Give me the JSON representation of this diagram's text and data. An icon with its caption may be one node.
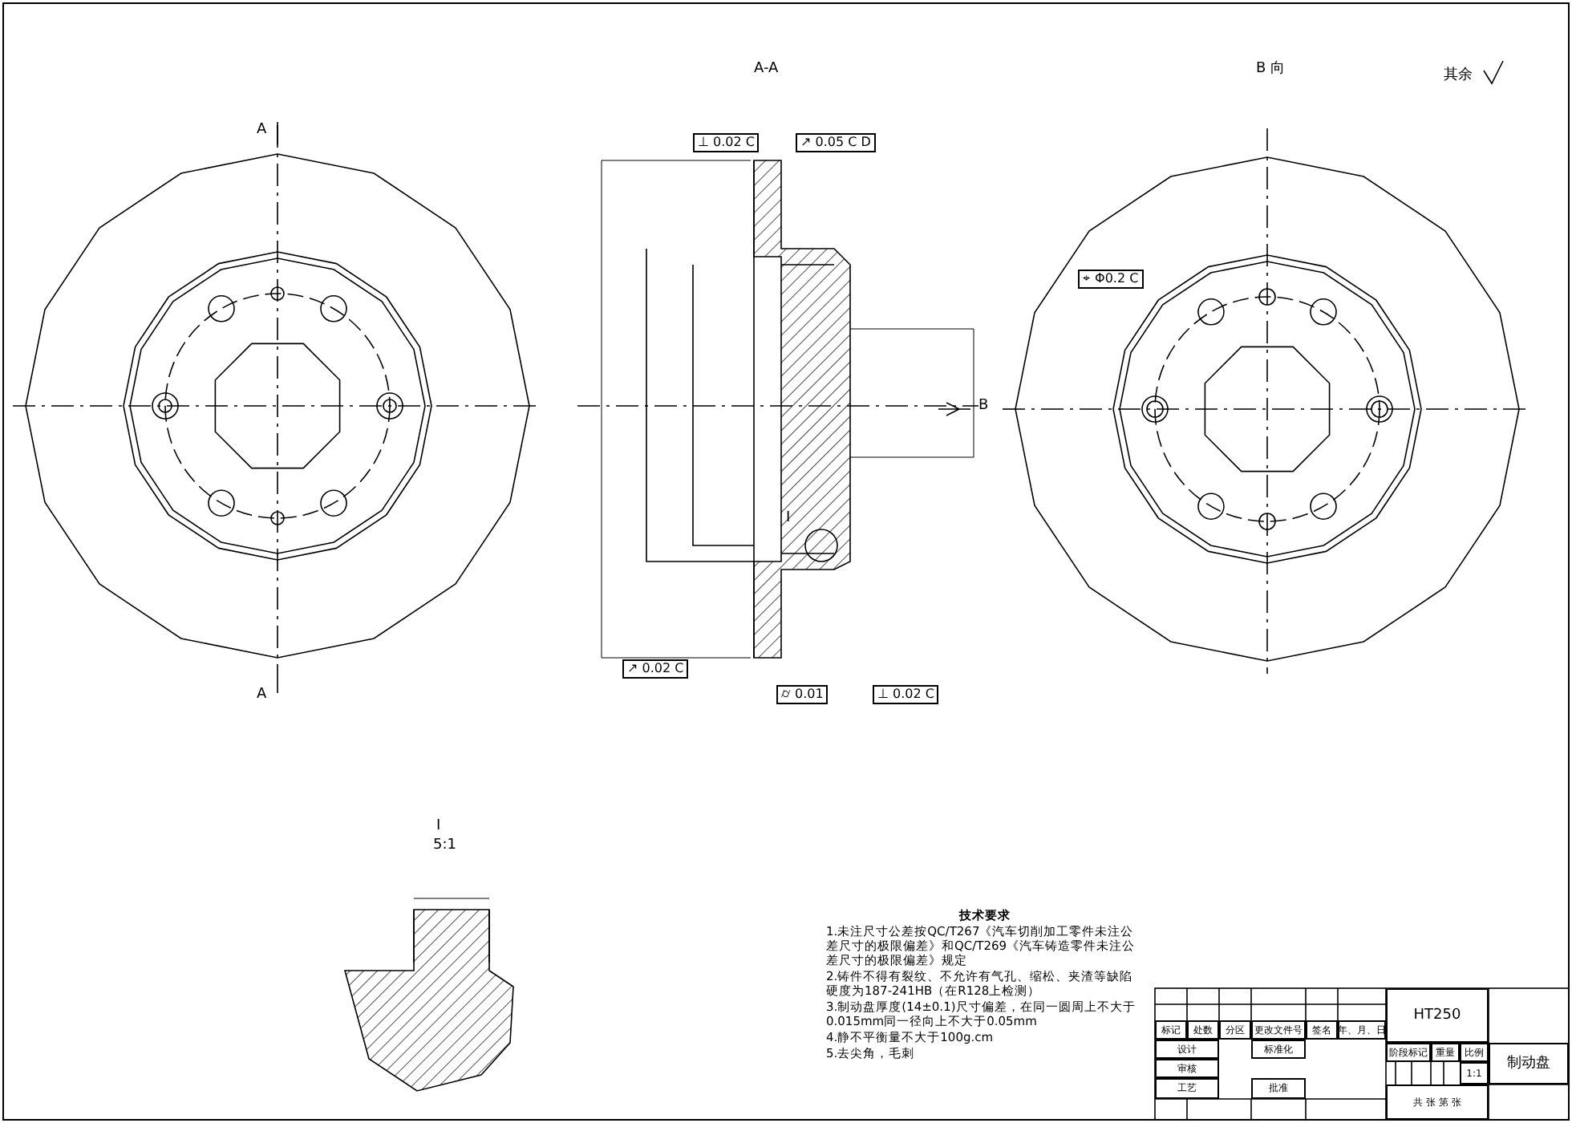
{
  "diagram": {
    "labels": [
      "A-A",
      "B 向",
      "其余",
      "A",
      "A",
      "B",
      "I",
      "I",
      "5:1",
      "⊥ 0.02 C",
      "↗ 0.05 C D",
      "↗ 0.02 C",
      "⌭ 0.01",
      "⊥ 0.02 C",
      "⌖ Φ0.2 C",
      "技术要求",
      "1.未注尺寸公差按QC/T267《汽车切削加工零件未注公差尺寸的极限偏差》和QC/T269《汽车铸造零件未注公差尺寸的极限偏差》规定",
      "2.铸件不得有裂纹、不允许有气孔、缩松、夹渣等缺陷硬度为187-241HB（在R128上检测）",
      "3.制动盘厚度(14±0.1)尺寸偏差，在同一圆周上不大于0.015mm同一径向上不大于0.05mm",
      "4.静不平衡量不大于100g.cm",
      "5.去尖角，毛刺",
      "HT250",
      "制动盘",
      "标记",
      "处数",
      "分区",
      "更改文件号",
      "签名",
      "年、月、日",
      "设计",
      "标准化",
      "审核",
      "工艺",
      "批准",
      "阶段标记",
      "重量",
      "比例",
      "1:1",
      "共 张 第 张"
    ]
  }
}
